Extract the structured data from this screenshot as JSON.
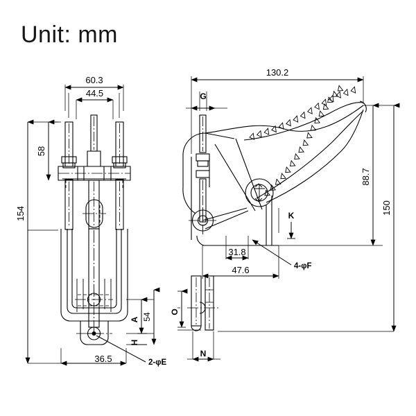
{
  "drawing": {
    "title": "Unit: mm",
    "type": "engineering-dimensional-drawing",
    "subject": "toggle clamp",
    "views": [
      {
        "name": "front-view",
        "position": "left"
      },
      {
        "name": "side-view",
        "position": "right"
      }
    ],
    "line_color": "#000000",
    "background_color": "#ffffff"
  },
  "dimensions": {
    "front_view": {
      "overall_width": "60.3",
      "bolt_spacing": "44.5",
      "upper_height": "58",
      "overall_height": "154",
      "base_width": "36.5",
      "base_hole_height": "54",
      "spindle_label": "A",
      "base_label": "H",
      "mount_hole_note": "2-φE"
    },
    "side_view": {
      "overall_length": "130.2",
      "handle_height": "88.7",
      "overall_height": "150",
      "hole_spacing": "31.8",
      "base_length": "47.6",
      "spindle_label": "G",
      "flange_label": "K",
      "lower_label": "O",
      "bottom_label": "N",
      "mount_hole_note": "4-φF"
    }
  }
}
